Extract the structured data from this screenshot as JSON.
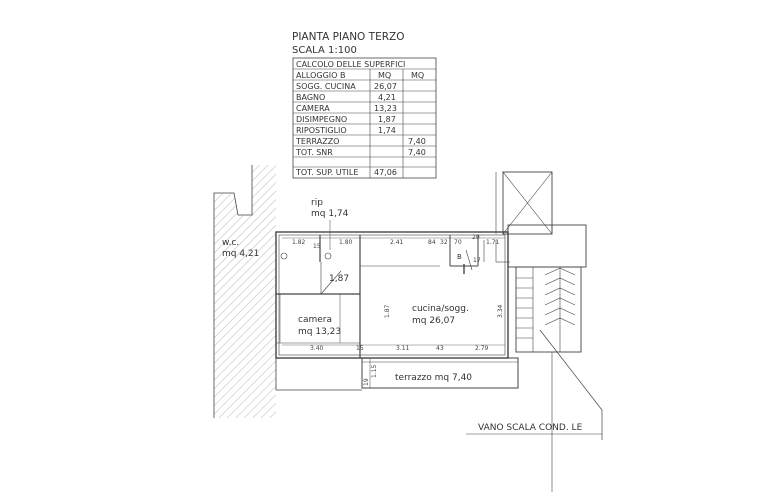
{
  "header": {
    "title": "PIANTA PIANO TERZO",
    "scale": "SCALA 1:100"
  },
  "table": {
    "caption": "CALCOLO DELLE SUPERFICI",
    "header": [
      "ALLOGGIO B",
      "MQ",
      "MQ"
    ],
    "rows": [
      [
        "SOGG. CUCINA",
        "26,07",
        ""
      ],
      [
        "BAGNO",
        "4,21",
        ""
      ],
      [
        "CAMERA",
        "13,23",
        ""
      ],
      [
        "DISIMPEGNO",
        "1,87",
        ""
      ],
      [
        "RIPOSTIGLIO",
        "1,74",
        ""
      ],
      [
        "TERRAZZO",
        "",
        "7,40"
      ],
      [
        "TOT. SNR",
        "",
        "7,40"
      ],
      [
        "TOT. SUP. UTILE",
        "47,06",
        ""
      ]
    ]
  },
  "rooms": {
    "rip_label": "rip",
    "rip_area": "mq  1,74",
    "wc_label": "w.c.",
    "wc_area": "mq  4,21",
    "dis_area": "1,87",
    "camera_label": "camera",
    "camera_area": "mq  13,23",
    "cucina_label": "cucina/sogg.",
    "cucina_area": "mq  26,07",
    "terrazzo_label": "terrazzo  mq  7,40",
    "b_label": "B",
    "stair_label": "VANO SCALA COND. LE"
  },
  "dims": {
    "d182": "1.82",
    "d15a": "15",
    "d180": "1.80",
    "d241": "2.41",
    "d84": "84",
    "d32": "32",
    "d70": "70",
    "d171": "1.71",
    "d20": "20",
    "d17": "17",
    "d340": "3.40",
    "d15b": "15",
    "d311": "3.11",
    "d43": "43",
    "d279": "2.79",
    "d187": "1.87",
    "d334": "3.34",
    "d115": "1.15",
    "d19": "19"
  }
}
